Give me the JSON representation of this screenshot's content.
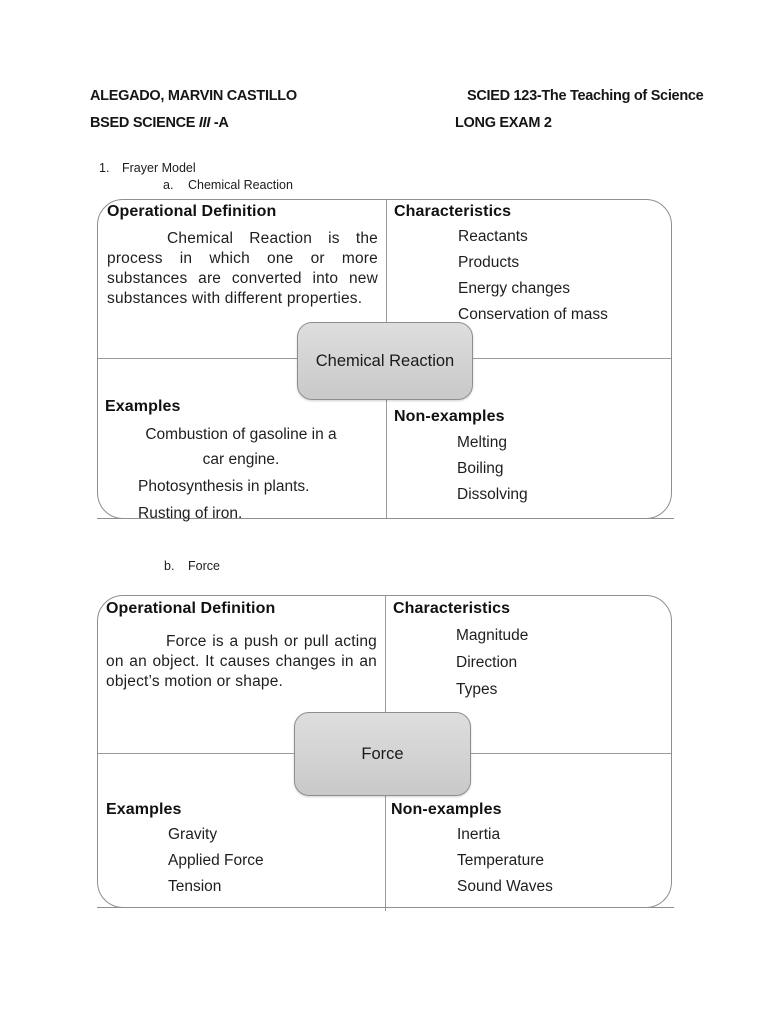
{
  "colors": {
    "page_bg": "#ffffff",
    "divider_gray": "#9b9b9b",
    "border_gray": "#8f8f8f",
    "center_box_fill_top": "#dedede",
    "center_box_fill_bottom": "#c9c9c9",
    "text": "#1f1f1f"
  },
  "header": {
    "student_name": "ALEGADO, MARVIN CASTILLO",
    "course": "SCIED 123-The Teaching of Science",
    "section_prefix": "BSED SCIENCE ",
    "section_roman": "III",
    "section_suffix": " -A",
    "exam": "LONG EXAM 2"
  },
  "outline": {
    "item1_number": "1.",
    "item1_label": "Frayer Model",
    "sub_a_number": "a.",
    "sub_a_label": "Chemical Reaction",
    "sub_b_number": "b.",
    "sub_b_label": "Force"
  },
  "frayer_chemical": {
    "center_label": "Chemical Reaction",
    "definition_title": "Operational Definition",
    "definition_text": "Chemical Reaction is the process in which one or more substances are converted into new substances with different properties.",
    "characteristics_title": "Characteristics",
    "characteristics": [
      "Reactants",
      "Products",
      "Energy changes",
      "Conservation of mass"
    ],
    "examples_title": "Examples",
    "examples": [
      "Combustion of gasoline in a car engine.",
      "Photosynthesis in plants.",
      "Rusting of iron."
    ],
    "non_examples_title": "Non-examples",
    "non_examples": [
      "Melting",
      "Boiling",
      "Dissolving"
    ]
  },
  "frayer_force": {
    "center_label": "Force",
    "definition_title": "Operational Definition",
    "definition_text": "Force is a push or pull acting on an object. It causes changes in an object’s motion or shape.",
    "characteristics_title": "Characteristics",
    "characteristics": [
      "Magnitude",
      "Direction",
      "Types"
    ],
    "examples_title": "Examples",
    "examples": [
      "Gravity",
      "Applied Force",
      "Tension"
    ],
    "non_examples_title": "Non-examples",
    "non_examples": [
      "Inertia",
      "Temperature",
      "Sound Waves"
    ]
  }
}
